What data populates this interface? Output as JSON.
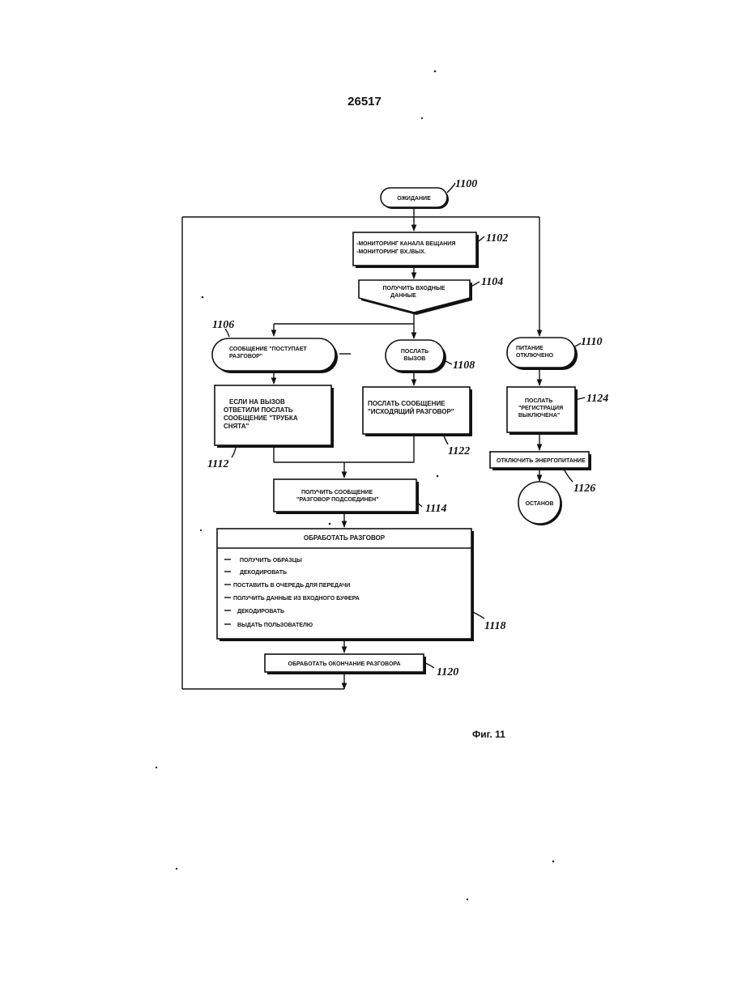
{
  "page_number": "26517",
  "figure_caption": "Фиг. 11",
  "nodes": {
    "idle": {
      "ref": "1100",
      "lines": [
        "ОЖИДАНИЕ"
      ]
    },
    "monitoring": {
      "ref": "1102",
      "lines": [
        "-МОНИТОРИНГ КАНАЛА ВЕЩАНИЯ",
        "-МОНИТОРИНГ ВХ./ВЫХ."
      ]
    },
    "input": {
      "ref": "1104",
      "lines": [
        "ПОЛУЧИТЬ ВХОДНЫЕ",
        "ДАННЫЕ"
      ]
    },
    "incoming_msg": {
      "ref": "1106",
      "lines": [
        "СООБЩЕНИЕ \"ПОСТУПАЕТ",
        "РАЗГОВОР\""
      ]
    },
    "send_call": {
      "ref": "1108",
      "lines": [
        "ПОСЛАТЬ",
        "ВЫЗОВ"
      ]
    },
    "power_off": {
      "ref": "1110",
      "lines": [
        "ПИТАНИЕ",
        "ОТКЛЮЧЕНО"
      ]
    },
    "if_answered": {
      "ref": "1112",
      "lines": [
        "ЕСЛИ НА ВЫЗОВ",
        "ОТВЕТИЛИ ПОСЛАТЬ",
        "СООБЩЕНИЕ \"ТРУБКА",
        "СНЯТА\""
      ]
    },
    "outgoing_msg": {
      "ref": "1122",
      "lines": [
        "ПОСЛАТЬ СООБЩЕНИЕ",
        "\"ИСХОДЯЩИЙ РАЗГОВОР\""
      ]
    },
    "reg_off": {
      "ref": "1124",
      "lines": [
        "ПОСЛАТЬ",
        "\"РЕГИСТРАЦИЯ",
        "ВЫКЛЮЧЕНА\""
      ]
    },
    "disconnect_power": {
      "ref": "1126",
      "lines": [
        "ОТКЛЮЧИТЬ ЭНЕРГОПИТАНИЕ"
      ]
    },
    "stop": {
      "lines": [
        "ОСТАНОВ"
      ]
    },
    "connected": {
      "ref": "1114",
      "lines": [
        "ПОЛУЧИТЬ СООБЩЕНИЕ",
        "\"РАЗГОВОР ПОДСОЕДИНЕН\""
      ]
    },
    "process_call": {
      "ref": "1118",
      "title": "ОБРАБОТАТЬ РАЗГОВОР",
      "items": [
        "ПОЛУЧИТЬ ОБРАЗЦЫ",
        "ДЕКОДИРОВАТЬ",
        "ПОСТАВИТЬ В ОЧЕРЕДЬ ДЛЯ ПЕРЕДАЧИ",
        "ПОЛУЧИТЬ ДАННЫЕ ИЗ ВХОДНОГО БУФЕРА",
        "ДЕКОДИРОВАТЬ",
        "ВЫДАТЬ ПОЛЬЗОВАТЕЛЮ"
      ]
    },
    "end_call": {
      "ref": "1120",
      "lines": [
        "ОБРАБОТАТЬ ОКОНЧАНИЕ РАЗГОВОРА"
      ]
    }
  }
}
